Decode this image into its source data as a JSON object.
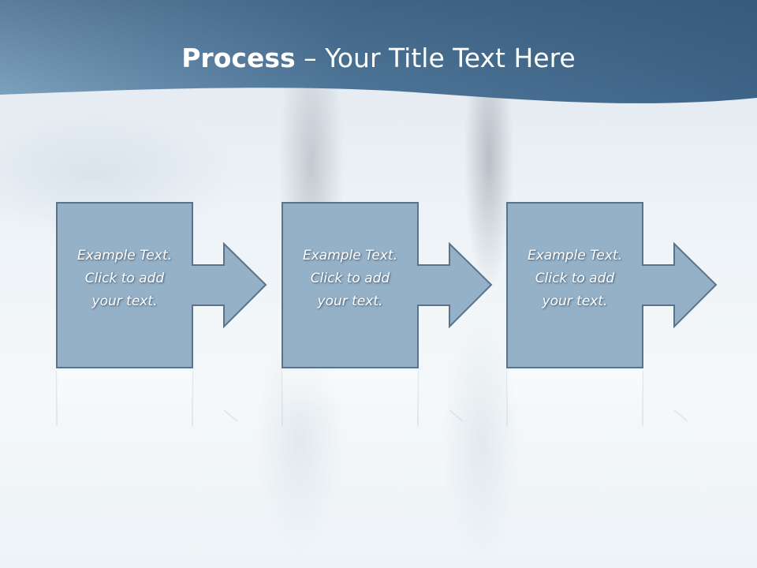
{
  "title": {
    "bold": "Process",
    "rest": " – Your Title Text Here"
  },
  "steps": [
    {
      "lines": [
        "Example Text.",
        "Click  to add",
        "your text."
      ]
    },
    {
      "lines": [
        "Example Text.",
        "Click  to add",
        "your text."
      ]
    },
    {
      "lines": [
        "Example Text.",
        "Click  to add",
        "your text."
      ]
    }
  ],
  "colors": {
    "header_dark": "#3f6488",
    "header_light": "#8fb0c9",
    "shape_fill": "#94b1c8",
    "shape_stroke": "#5a738b"
  }
}
